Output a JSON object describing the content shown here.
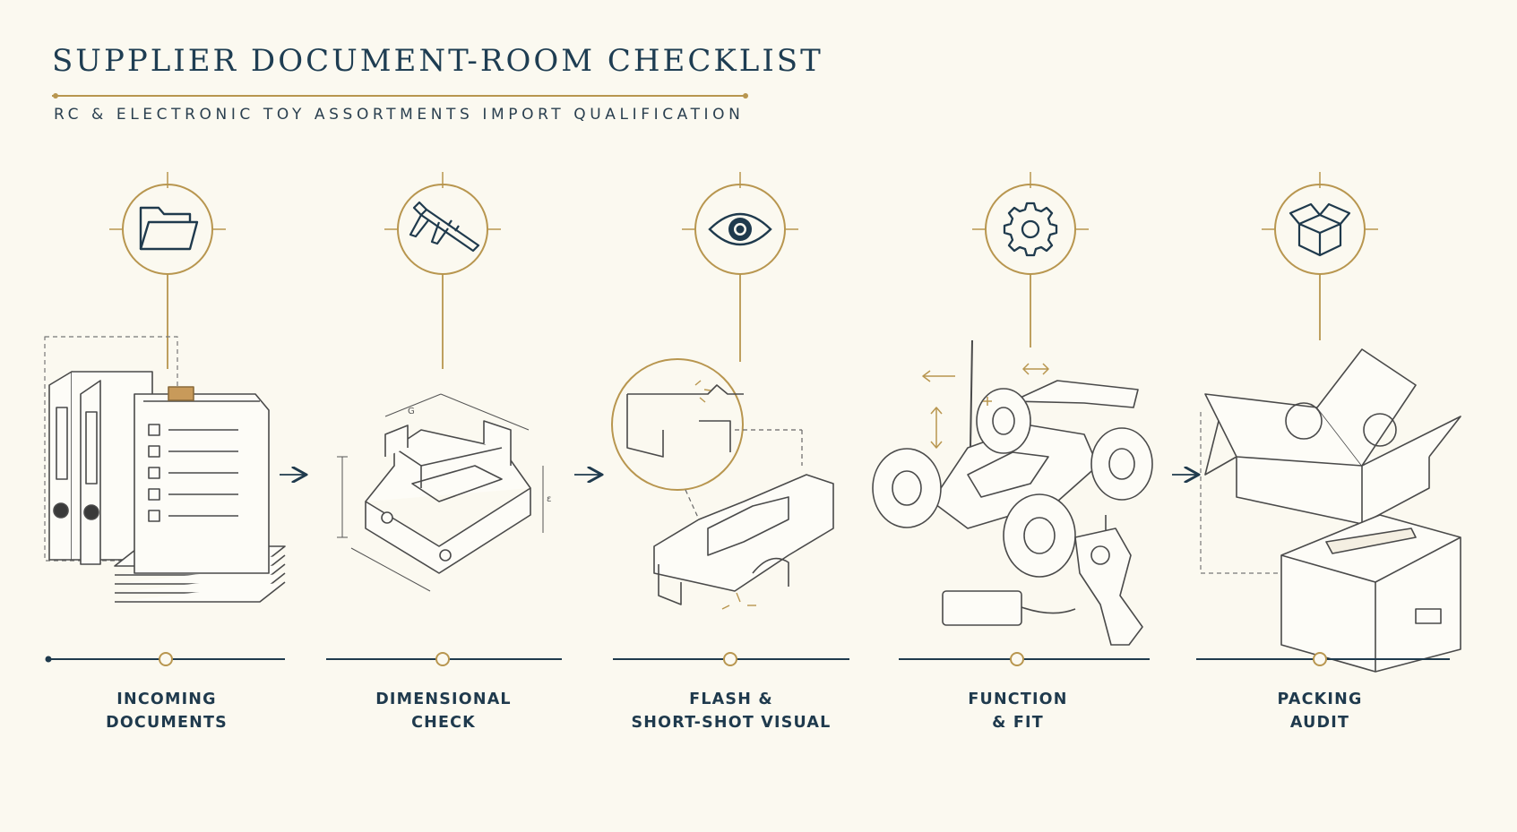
{
  "title": "SUPPLIER DOCUMENT-ROOM CHECKLIST",
  "subtitle": "RC & ELECTRONIC TOY ASSORTMENTS IMPORT QUALIFICATION",
  "colors": {
    "background": "#fbf9f0",
    "ink": "#1f3a4d",
    "accent_gold": "#b8964f",
    "sketch": "#4a4a4a"
  },
  "steps": [
    {
      "icon": "folder-icon",
      "line1": "INCOMING",
      "line2": "DOCUMENTS"
    },
    {
      "icon": "caliper-icon",
      "line1": "DIMENSIONAL",
      "line2": "CHECK"
    },
    {
      "icon": "eye-icon",
      "line1": "FLASH &",
      "line2": "SHORT-SHOT VISUAL"
    },
    {
      "icon": "gear-icon",
      "line1": "FUNCTION",
      "line2": "& FIT"
    },
    {
      "icon": "box-icon",
      "line1": "PACKING",
      "line2": "AUDIT"
    }
  ]
}
